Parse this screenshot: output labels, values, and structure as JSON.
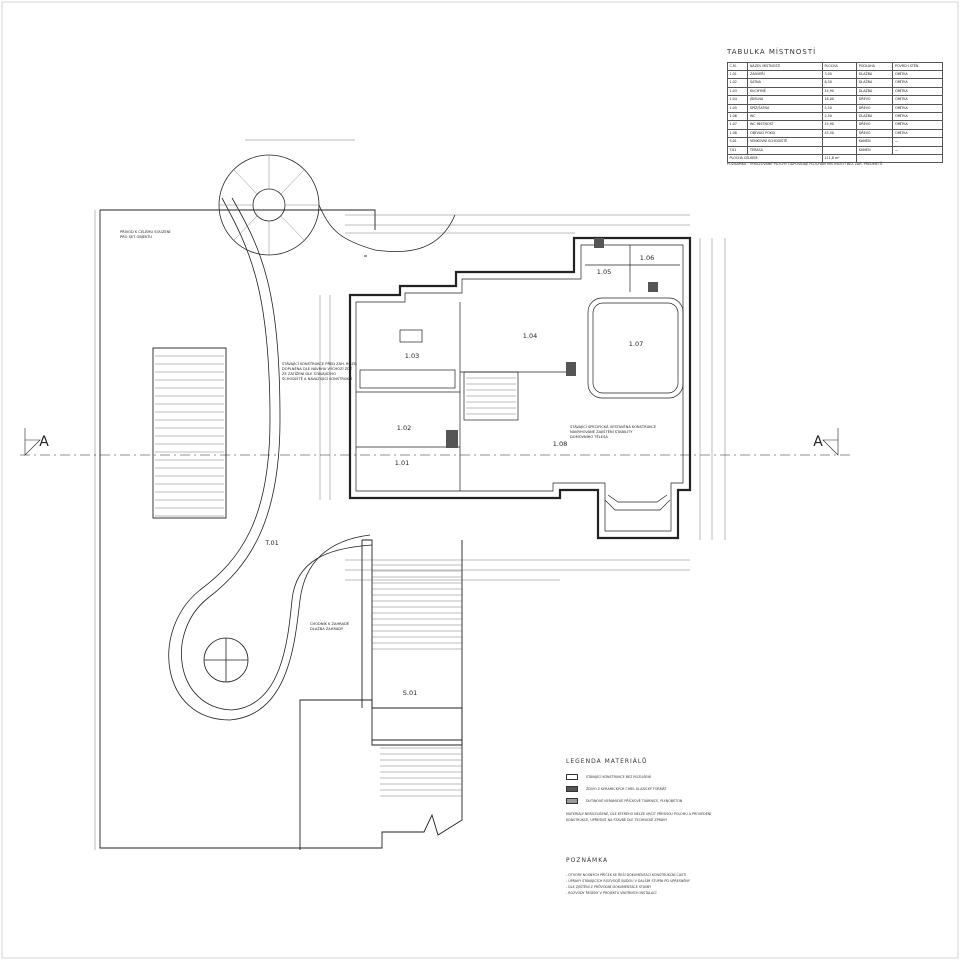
{
  "room_table": {
    "title": "TABULKA MÍSTNOSTÍ",
    "headers": [
      "Č.M.",
      "NÁZEV MÍSTNOSTI",
      "PLOCHA",
      "PODLAHA",
      "POVRCH STĚN"
    ],
    "rows": [
      [
        "1.01",
        "ZÁDVEŘÍ",
        "3,00",
        "DLAŽBA",
        "OMÍTKA"
      ],
      [
        "1.02",
        "ŠATNA",
        "8,50",
        "DLAŽBA",
        "OMÍTKA"
      ],
      [
        "1.03",
        "KUCHYNĚ",
        "14,90",
        "DLAŽBA",
        "OMÍTKA"
      ],
      [
        "1.04",
        "JÍDELNA",
        "18,00",
        "DŘEVO",
        "OMÍTKA"
      ],
      [
        "1.05",
        "SPÍŽ/ŠATNA",
        "5,50",
        "DŘEVO",
        "OMÍTKA"
      ],
      [
        "1.06",
        "WC",
        "2,50",
        "DLAŽBA",
        "OMÍTKA"
      ],
      [
        "1.07",
        "WC MÍSTNOST",
        "15,90",
        "DŘEVO",
        "OMÍTKA"
      ],
      [
        "1.08",
        "OBÝVACÍ POKOJ",
        "43,50",
        "DŘEVO",
        "OMÍTKA"
      ],
      [
        "S.01",
        "VENKOVNÍ SCHODIŠTĚ",
        "",
        "KAMEN",
        "—"
      ],
      [
        "T.01",
        "TERASA",
        "",
        "KAMEN",
        "—"
      ]
    ],
    "total_label": "PLOCHA CELKEM:",
    "total_value": "111,8 m²",
    "note": "POZNÁMKA : VYKAZOVANÉ PLOCHY ODPOVÍDAJÍ PLOCHÁM MÍSTNOSTÍ BEZ ZAŘ. PŘEDMĚTŮ"
  },
  "plan": {
    "section_marks": [
      "A",
      "A"
    ],
    "rooms": [
      "1.01",
      "1.02",
      "1.03",
      "1.04",
      "1.05",
      "1.06",
      "1.07",
      "1.08",
      "T.01",
      "S.01"
    ],
    "notes": {
      "stair_access": [
        "PŘÍVOD K CELÉMU SOUZENÍ",
        "PRO SET OBJEKTU"
      ],
      "existing_structure": [
        "STÁVAJÍCÍ KONSTRUKCE PŘED ZAH. ROZS.",
        "DOPLNĚNA DLE NÁVRHU VÝCHOZÍ ZDĚ",
        "ZE ZATÍŽENÍ DLE STÁVAJÍCÍHO",
        "SCHODIŠTĚ A NAVAZUJÍCÍ KONSTRUKCÍ"
      ],
      "steel_beam": [
        "STÁVAJÍCÍ SPECIFICKÁ VESTAVĚNÁ KONSTRUKCE",
        "NAVRHOVANÉ ZAJIŠTĚNÍ STABILITY",
        "DOMOVNÍHO TĚLESA"
      ],
      "garden_entry": [
        "CHODNÍK K ZAHRADĚ",
        "DLAŽBA ZAHRADY"
      ]
    }
  },
  "legend": {
    "title": "LEGENDA MATERIÁLŮ",
    "items": [
      {
        "label": "STÁVAJÍCÍ KONSTRUKCE BEZ ROZLIŠENÍ",
        "fill": "#ffffff"
      },
      {
        "label": "ZDIVO Z KERAMICKÝCH CIHEL KLASICKÝ FORMÁT",
        "fill": "#555555"
      },
      {
        "label": "DUTINOVÉ KERAMICKÉ PŘÍČKOVÉ TVÁRNICE, PLYNOBETON",
        "fill": "#9a9a9a"
      }
    ],
    "footnote": [
      "MATERIÁLY NEROZLIŠENÉ, DLE KTERÉHO NELZE URČIT PŘESNOU POLOHU A PROVEDENÍ",
      "KONSTRUKCE, UPŘESNIT NA STAVBĚ DLE TECHNICKÉ ZPRÁVY"
    ]
  },
  "notes": {
    "title": "POZNÁMKA",
    "lines": [
      "- OTVORY NOSNÝCH PŘÍČEK SE ŘEŠÍ DOKUMENTACÍ KONSTRUKČNÍ ČÁSTI",
      "- ÚPRAVY STÁVAJÍCÍCH ROZVODŮ BUDOU V DALŠÍM STUPNI PD UPŘESNĚNY",
      "- DLE ZJIŠTĚNÍ Z PRŮVODNÍ DOKUMENTACE STAVBY",
      "- ROZVODY ŘEŠENY V PROJEKTU VNITŘNÍCH INSTALACÍ"
    ]
  },
  "colors": {
    "line": "#222222",
    "wall_hatch": "#555555",
    "light_wall": "#9a9a9a"
  }
}
